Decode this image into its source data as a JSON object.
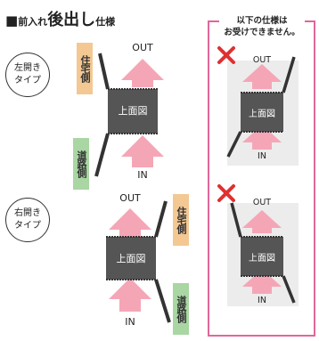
{
  "title": {
    "marker": "■",
    "part1": "前入れ",
    "part2": "後出し",
    "part3": "仕様"
  },
  "left_open": {
    "label_line1": "左開き",
    "label_line2": "タイプ"
  },
  "right_open": {
    "label_line1": "右開き",
    "label_line2": "タイプ"
  },
  "tags": {
    "house": "住宅側",
    "road": "道路側"
  },
  "box_label": "上面図",
  "io": {
    "out": "OUT",
    "in": "IN"
  },
  "unsupported": {
    "line1": "以下の仕様は",
    "line2": "お受けできません。"
  },
  "colors": {
    "accent_pink": "#e0679a",
    "arrow_pink": "#f5a6b6",
    "box_gray": "#555555",
    "x_red": "#e03030"
  }
}
